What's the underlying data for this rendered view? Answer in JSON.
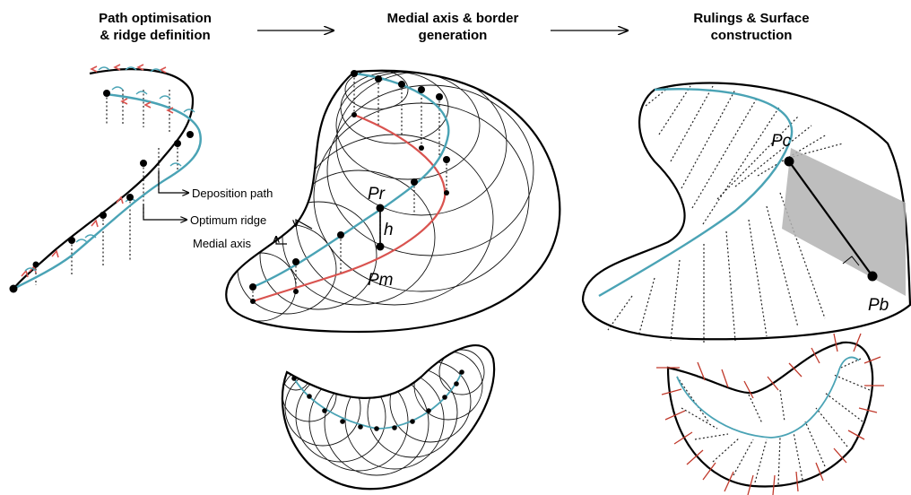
{
  "headers": {
    "stage1": [
      "Path optimisation",
      "& ridge definition"
    ],
    "stage2": [
      "Medial axis & border",
      "generation"
    ],
    "stage3": [
      "Rulings & Surface",
      "construction"
    ]
  },
  "labels": {
    "deposition_path": "Deposition path",
    "optimum_ridge": "Optimum ridge",
    "medial_axis": "Medial axis"
  },
  "points": {
    "pr": "Pr",
    "h": "h",
    "pm": "Pm",
    "pc": "Pc",
    "pb": "Pb"
  },
  "colors": {
    "ridge": "#4aa3b5",
    "medial": "#d9534f",
    "ink": "#000000",
    "plane": "#b3b3b3",
    "ruling_tick": "#c0392b"
  }
}
